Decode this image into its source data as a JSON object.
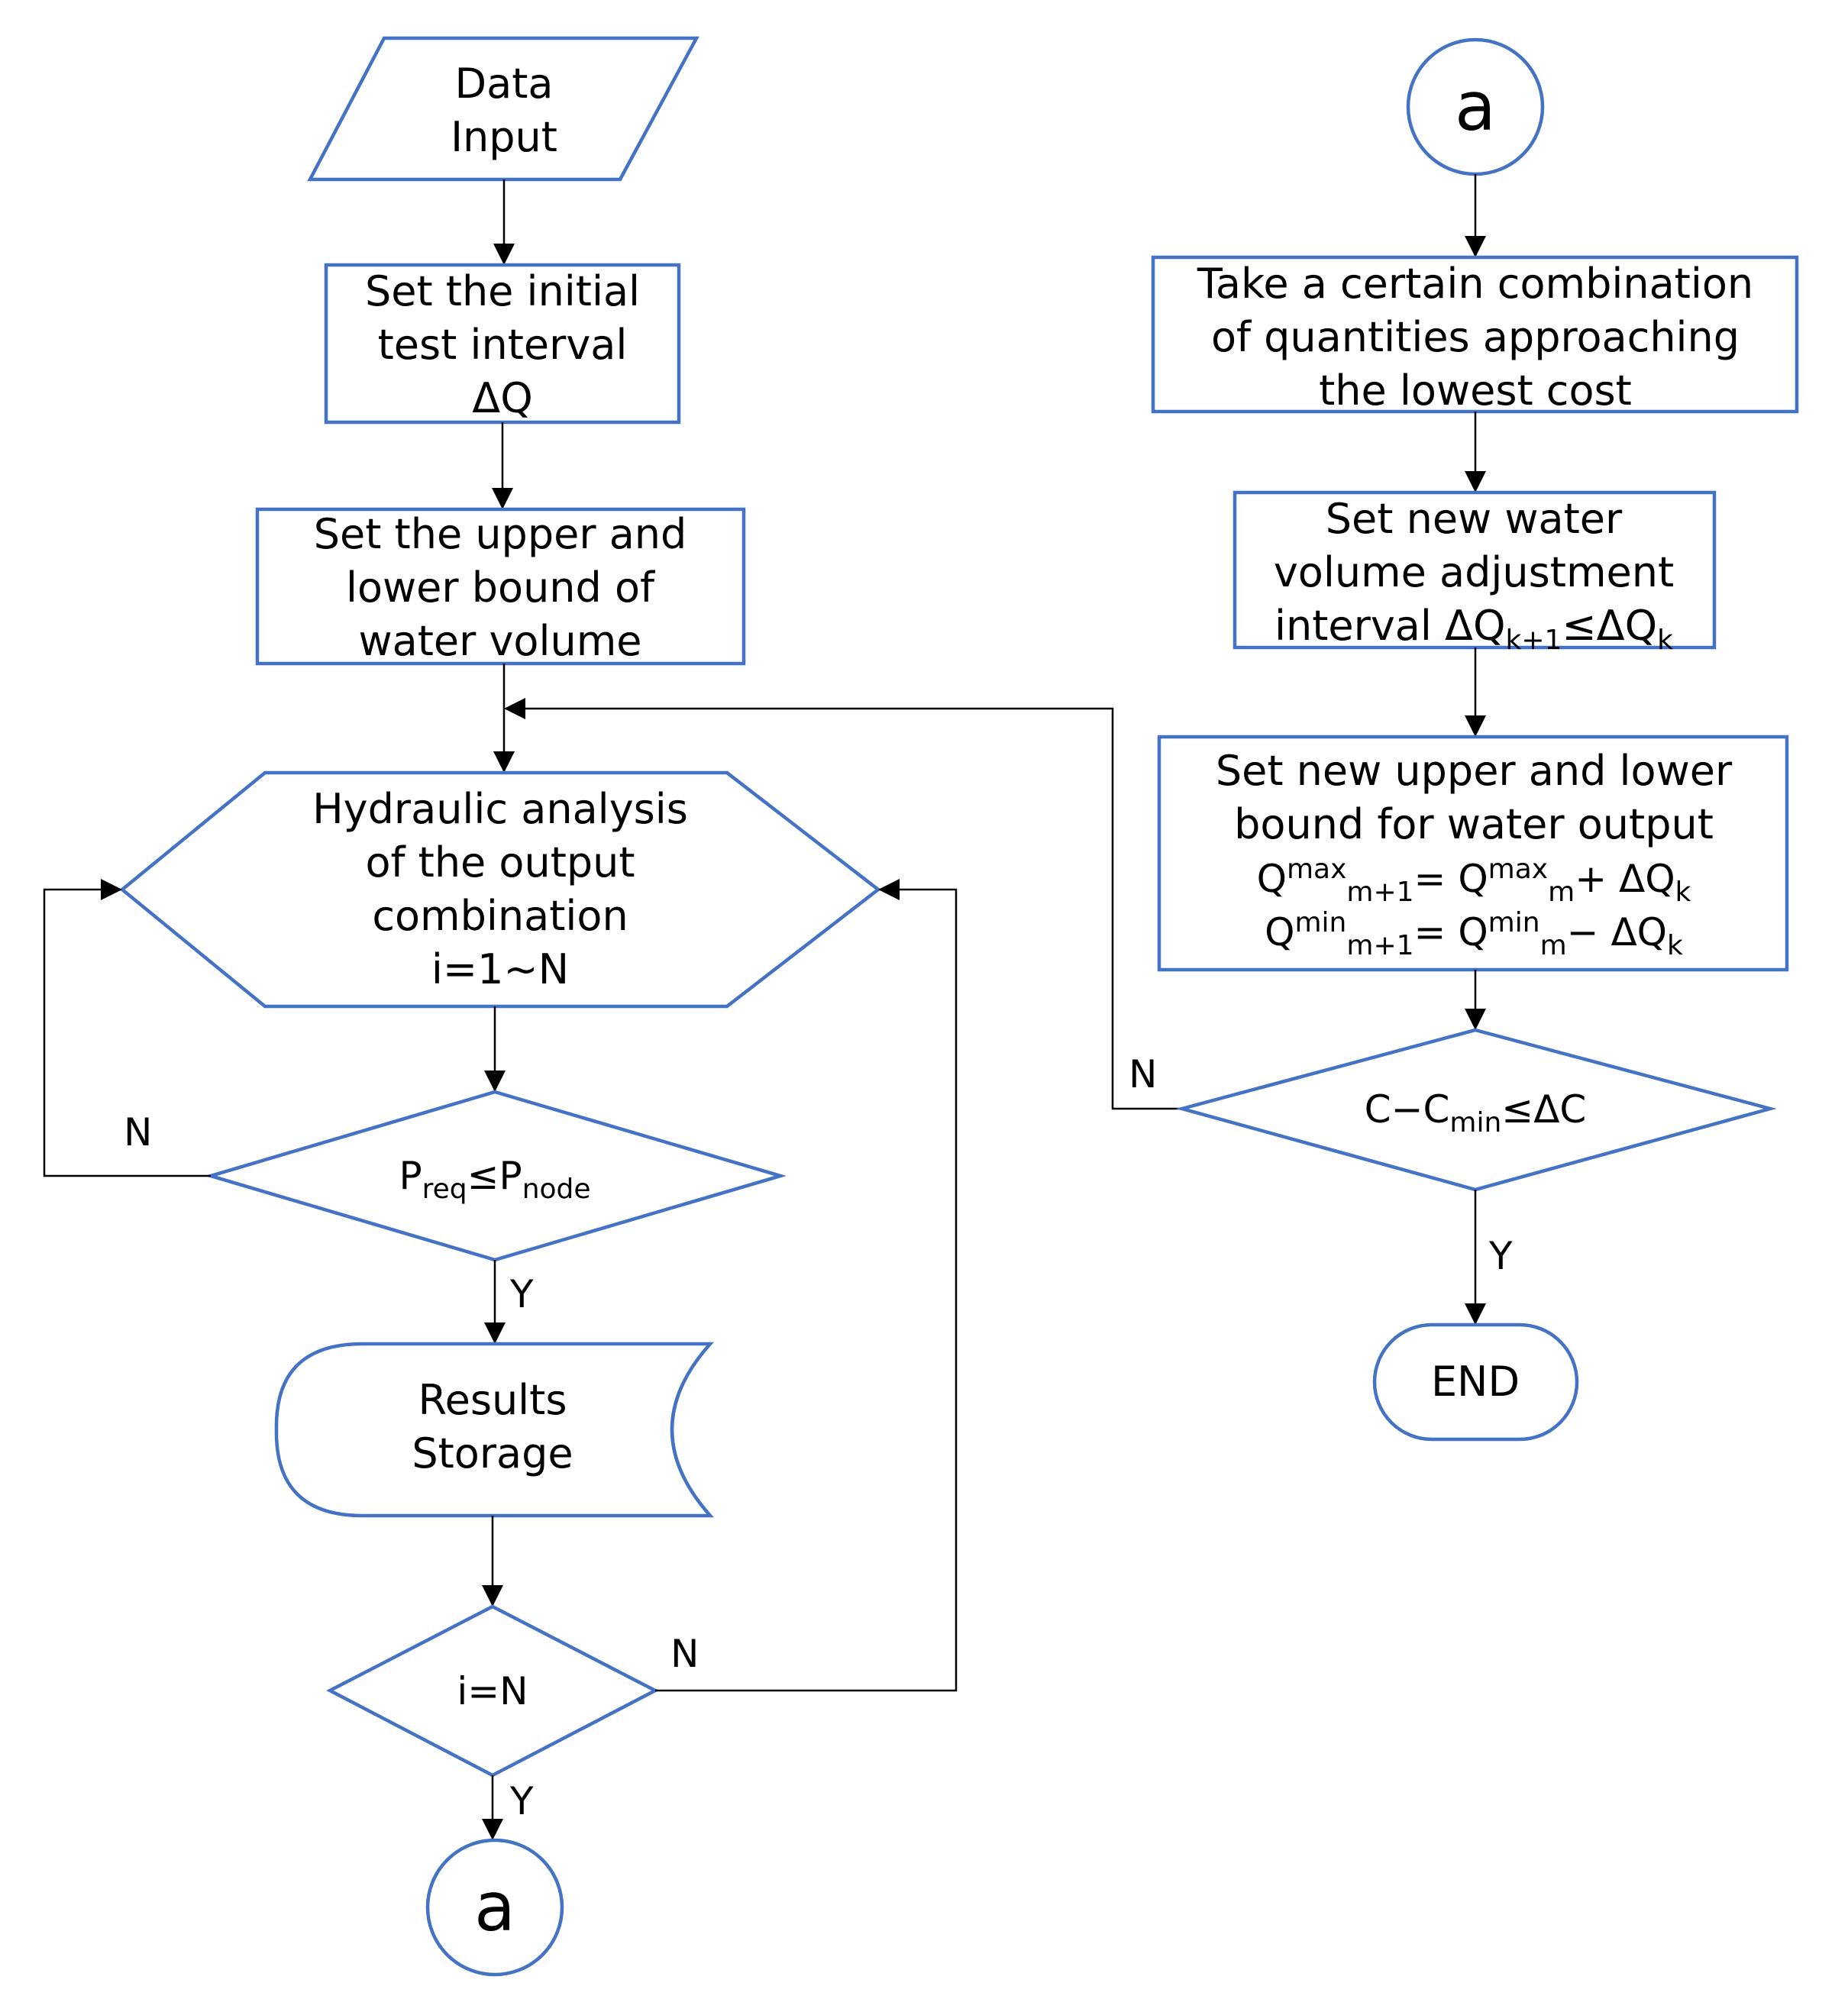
{
  "nodes": {
    "data_input": [
      "Data",
      "Input"
    ],
    "initial_interval": [
      "Set the initial",
      "test interval",
      "ΔQ"
    ],
    "bounds": [
      "Set the upper and",
      "lower bound of",
      "water volume"
    ],
    "hydraulic": [
      "Hydraulic analysis",
      "of the output",
      "combination",
      "i=1~N"
    ],
    "pressure_check": {
      "p1": "P",
      "p1_sub": "req",
      "op": "≤",
      "p2": "P",
      "p2_sub": "node"
    },
    "storage": [
      "Results",
      "Storage"
    ],
    "loop_check": "i=N",
    "connector_bottom": "a",
    "connector_top": "a",
    "take_combination": [
      "Take a certain combination",
      "of quantities approaching",
      "the lowest cost"
    ],
    "new_interval": {
      "line1": "Set new water",
      "line2": "volume adjustment",
      "line3_prefix": "interval  ",
      "dq1": "ΔQ",
      "dq1_sub": "k+1",
      "op": "≤",
      "dq2": "ΔQ",
      "dq2_sub": "k"
    },
    "new_bounds": {
      "line1": "Set new upper and lower",
      "line2": "bound for water output",
      "eq_max": {
        "q": "Q",
        "sup": "max",
        "sub": "m+1",
        "eq": "= ",
        "q2": "Q",
        "sup2": "max",
        "sub2": "m",
        "op": "+ ",
        "dq": "ΔQ",
        "dq_sub": "k"
      },
      "eq_min": {
        "q": "Q",
        "sup": "min",
        "sub": "m+1",
        "eq": "= ",
        "q2": "Q",
        "sup2": "min",
        "sub2": "m",
        "op": "− ",
        "dq": "ΔQ",
        "dq_sub": "k"
      }
    },
    "cost_check": {
      "c": "C",
      "minus": "−",
      "cmin": "C",
      "cmin_sub": "min",
      "op": "≤",
      "dc": "ΔC"
    },
    "end": "END"
  },
  "edge_labels": {
    "pressure_no": "N",
    "pressure_yes": "Y",
    "loop_no": "N",
    "loop_yes": "Y",
    "cost_no": "N",
    "cost_yes": "Y"
  },
  "colors": {
    "shape_stroke": "#4472C4",
    "connector_line": "#000000",
    "text": "#000000"
  }
}
